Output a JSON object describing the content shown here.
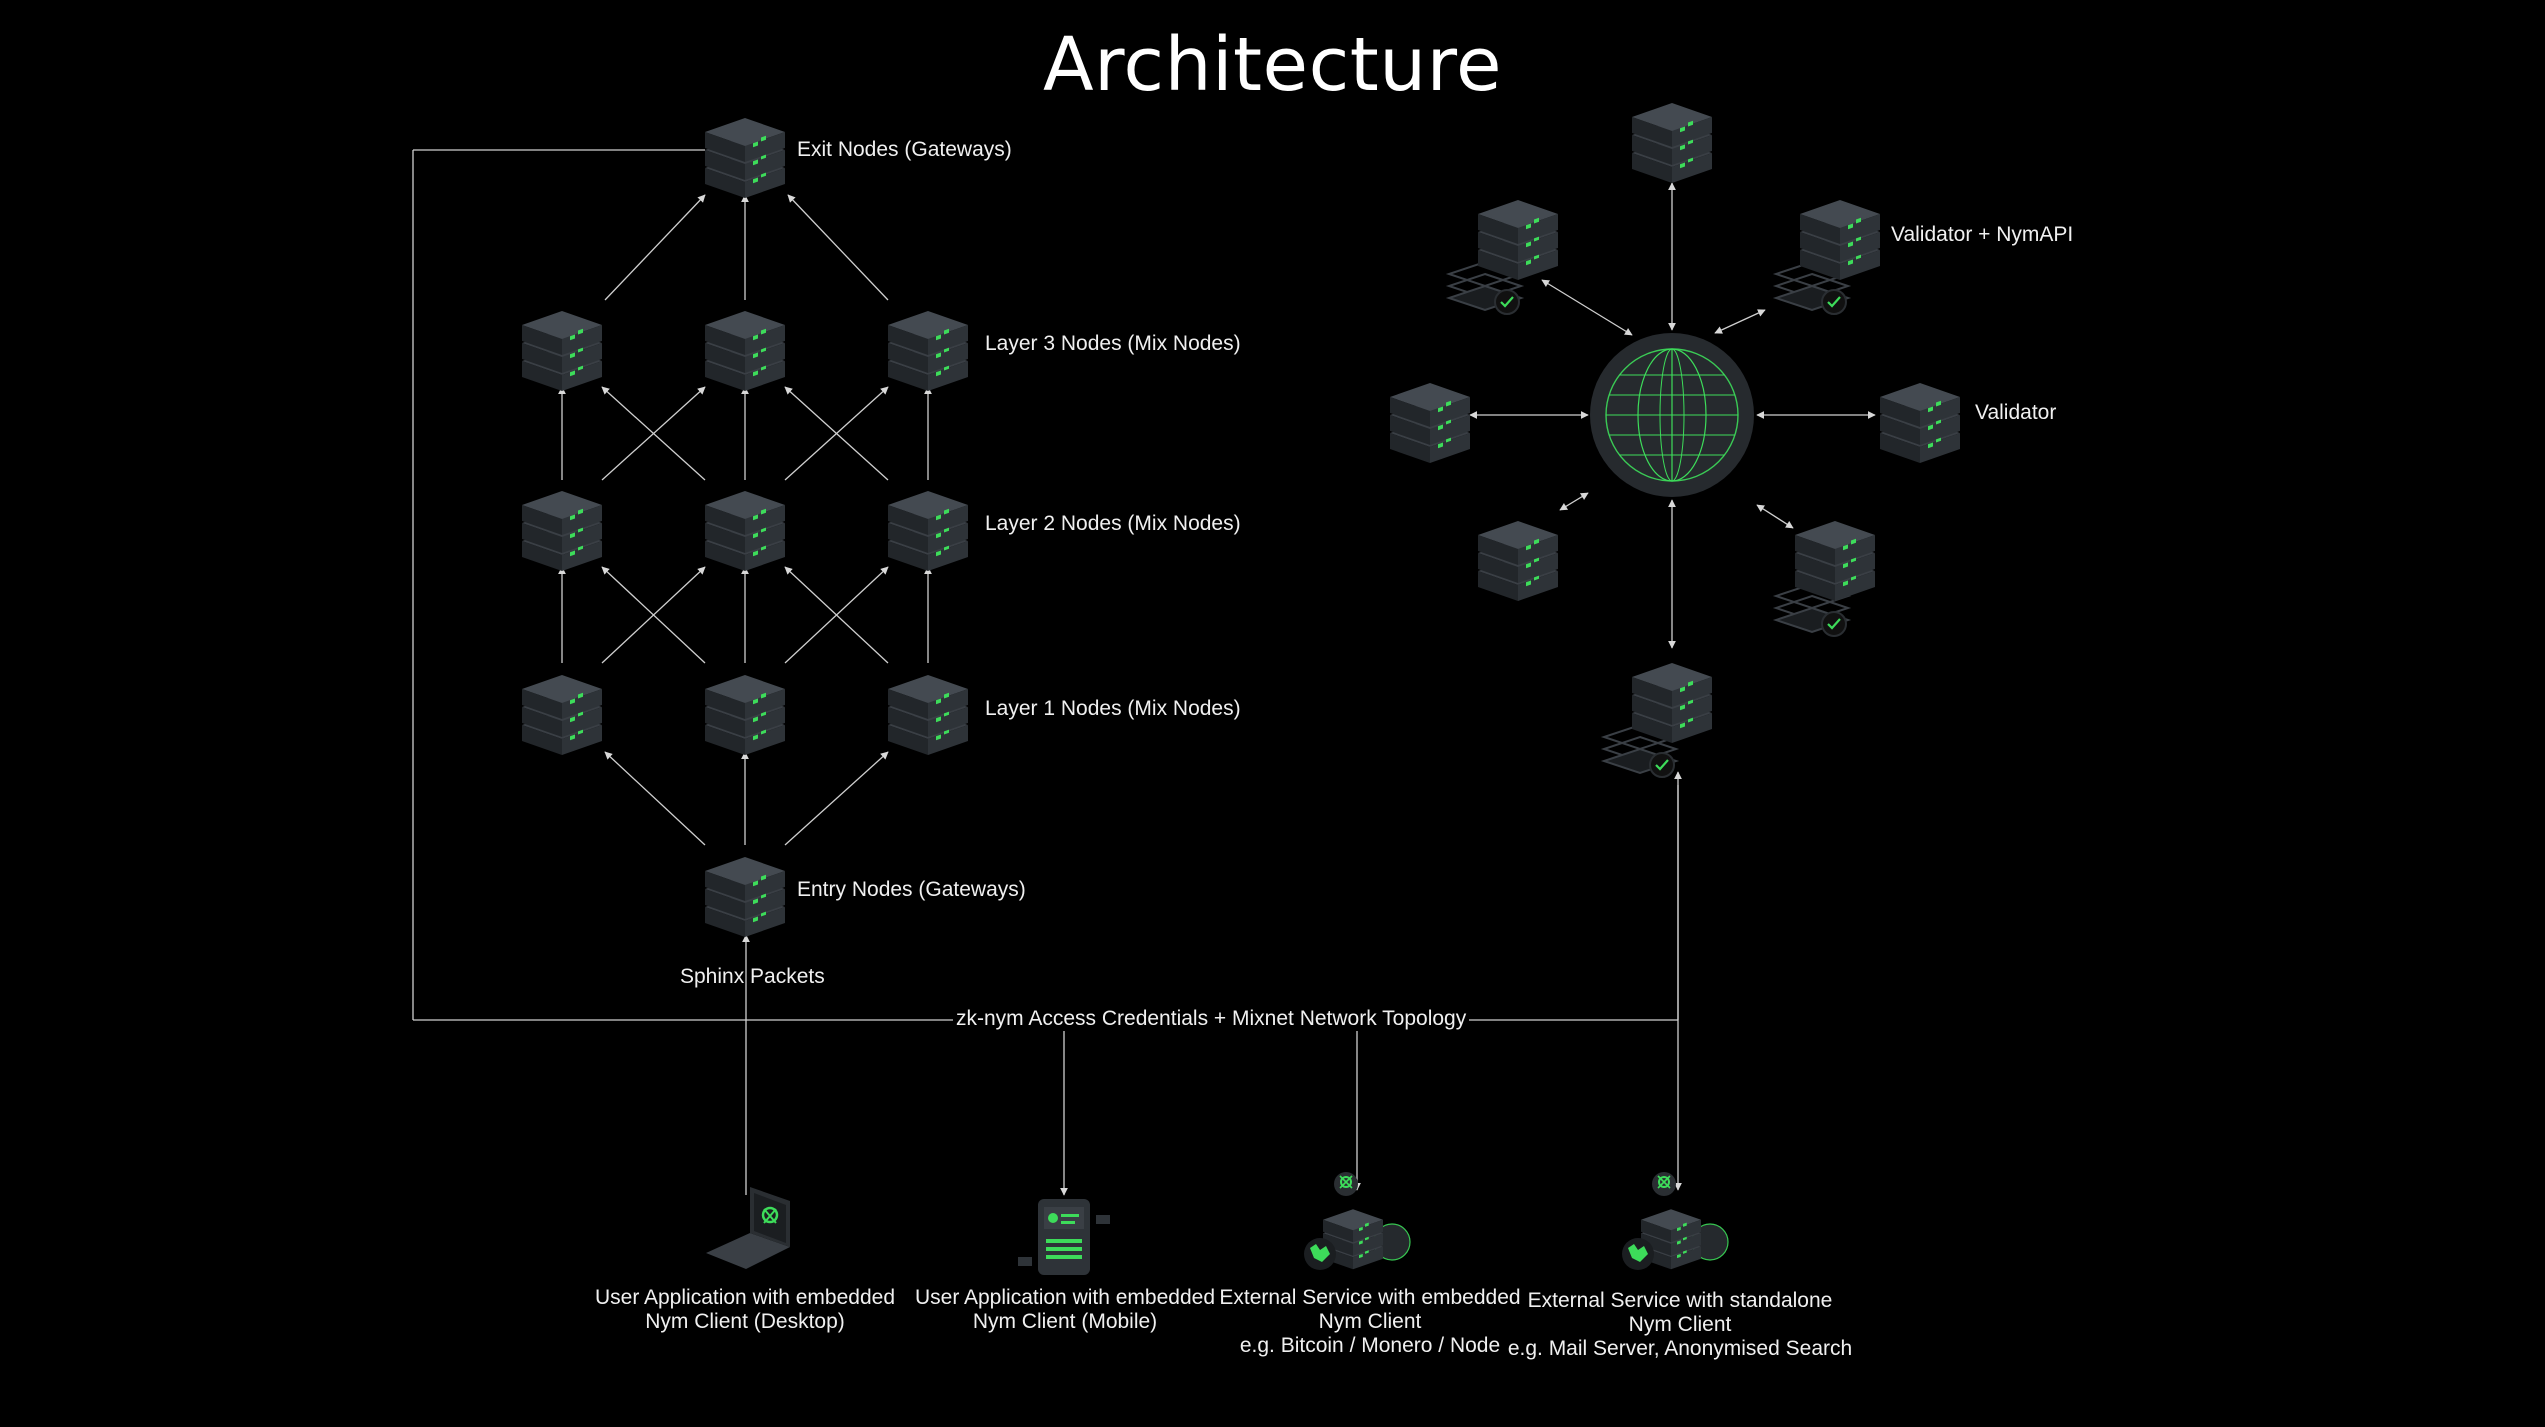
{
  "title": "Architecture",
  "mixnet": {
    "exit_label": "Exit Nodes (Gateways)",
    "layer3_label": "Layer 3 Nodes (Mix Nodes)",
    "layer2_label": "Layer 2 Nodes (Mix Nodes)",
    "layer1_label": "Layer 1 Nodes (Mix Nodes)",
    "entry_label": "Entry Nodes (Gateways)",
    "packets_label": "Sphinx Packets"
  },
  "validators": {
    "validator_nymapi_label": "Validator + NymAPI",
    "validator_label": "Validator"
  },
  "credentials_label": "zk-nym Access Credentials + Mixnet Network Topology",
  "clients": [
    {
      "line1": "User Application with embedded",
      "line2": "Nym Client (Desktop)",
      "line3": ""
    },
    {
      "line1": "User Application with embedded",
      "line2": "Nym Client (Mobile)",
      "line3": ""
    },
    {
      "line1": "External Service with embedded",
      "line2": "Nym Client",
      "line3": "e.g. Bitcoin / Monero / Node"
    },
    {
      "line1": "External Service with standalone",
      "line2": "Nym Client",
      "line3": "e.g. Mail Server, Anonymised Search"
    }
  ],
  "icons": {
    "server": "server-stack-icon",
    "globe": "globe-icon",
    "check": "check-badge-icon",
    "laptop": "laptop-icon",
    "mobile": "mobile-app-icon",
    "service": "service-cluster-icon"
  },
  "colors": {
    "background": "#000000",
    "accent": "#3ddc5a",
    "line": "#cfcfcf",
    "server_top": "#3a3f45",
    "server_left": "#24282c",
    "server_right": "#2e3338"
  }
}
